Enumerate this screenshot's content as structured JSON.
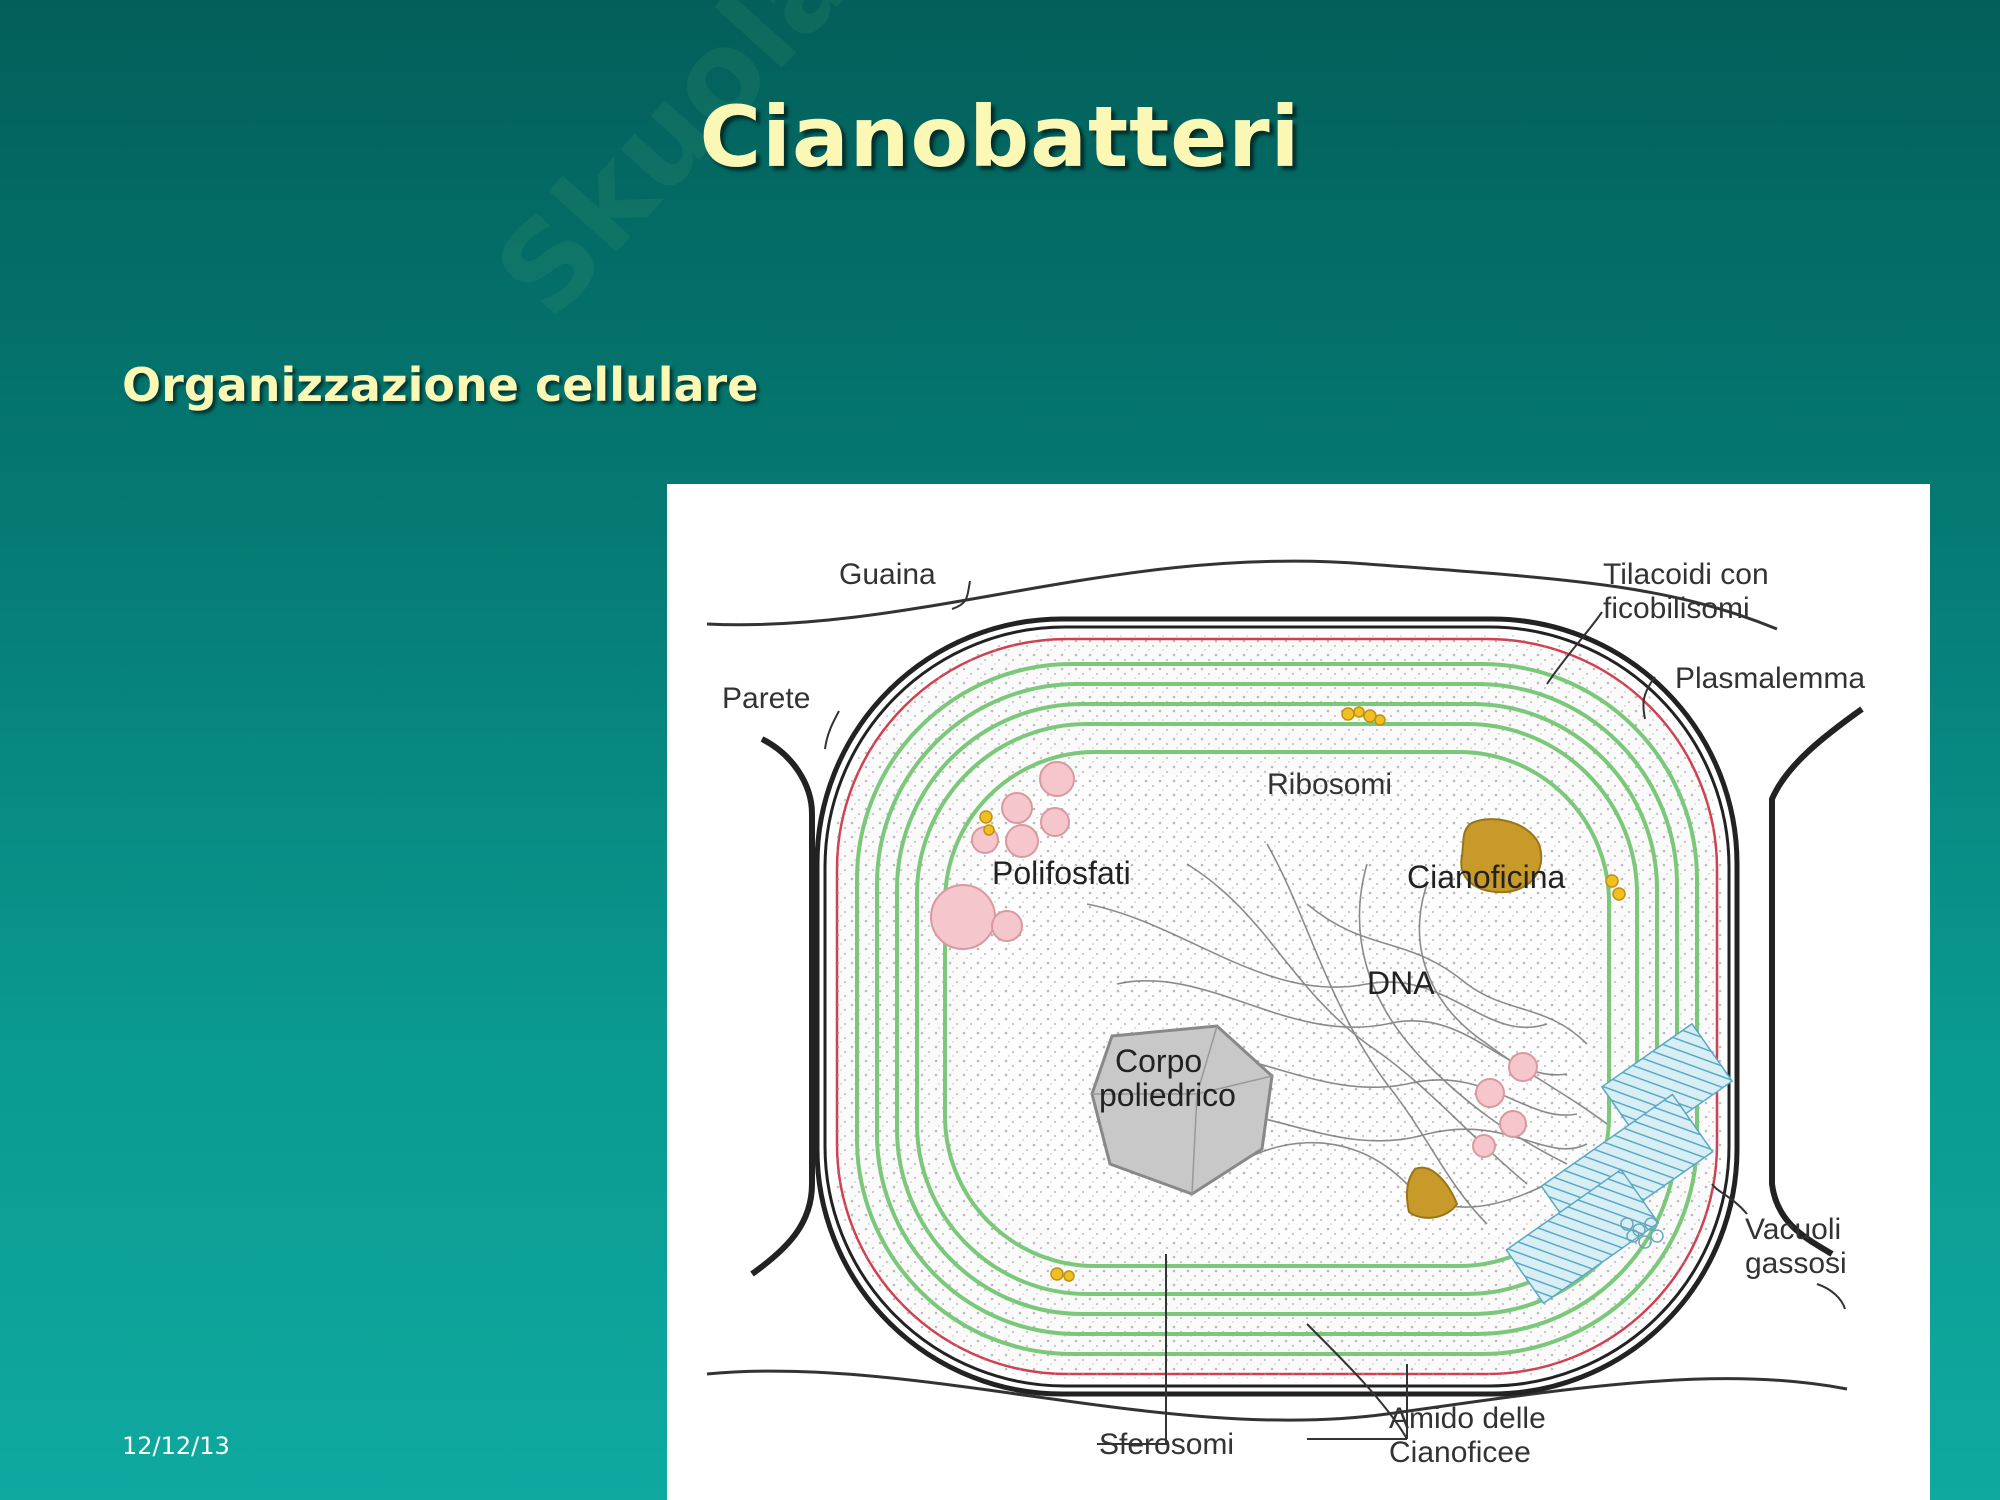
{
  "slide": {
    "title": "Cianobatteri",
    "subtitle": "Organizzazione cellulare",
    "date": "12/12/13"
  },
  "watermark": {
    "text": "Skuola.net"
  },
  "diagram": {
    "labels": {
      "guaina": "Guaina",
      "tilacoidi_1": "Tilacoidi con",
      "tilacoidi_2": "ficobilisomi",
      "plasmalemma": "Plasmalemma",
      "parete": "Parete",
      "ribosomi": "Ribosomi",
      "cianoficina": "Cianoficina",
      "polifosfati": "Polifosfati",
      "dna": "DNA",
      "corpo_1": "Corpo",
      "corpo_2": "poliedrico",
      "vacuoli_1": "Vacuoli",
      "vacuoli_2": "gassosi",
      "sferosomi": "Sferosomi",
      "amido_1": "Amido delle",
      "amido_2": "Cianoficee"
    },
    "colors": {
      "thylakoid": "#7cc87a",
      "plasmalemma": "#d04050",
      "polyphosphate": "#f5c6cb",
      "cyanophycin": "#c79a2a",
      "sferosome": "#f0c020",
      "polyhedral_body": "#c8c8c8",
      "gas_vacuole": "#a8d8e8"
    }
  }
}
